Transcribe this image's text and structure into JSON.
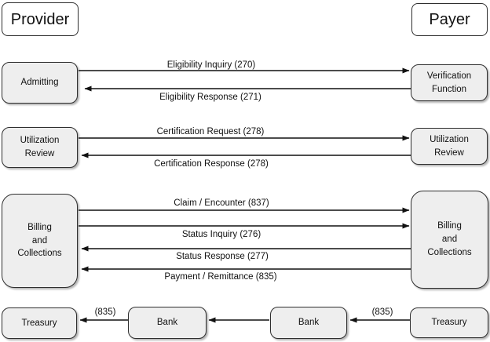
{
  "colors": {
    "background": "#ffffff",
    "box_fill": "#eeeeee",
    "box_border": "#2e2e2e",
    "header_fill": "#ffffff",
    "line_color": "#111111",
    "text_color": "#111111"
  },
  "headers": {
    "left": "Provider",
    "right": "Payer"
  },
  "lanes": [
    {
      "left_box": [
        "Admitting"
      ],
      "right_box": [
        "Verification",
        "Function"
      ],
      "flows": [
        {
          "label": "Eligibility Inquiry (270)",
          "direction": "provider-to-payer"
        },
        {
          "label": "Eligibility Response (271)",
          "direction": "payer-to-provider"
        }
      ]
    },
    {
      "left_box": [
        "Utilization",
        "Review"
      ],
      "right_box": [
        "Utilization",
        "Review"
      ],
      "flows": [
        {
          "label": "Certification Request (278)",
          "direction": "provider-to-payer"
        },
        {
          "label": "Certification Response (278)",
          "direction": "payer-to-provider"
        }
      ]
    },
    {
      "left_box": [
        "Billing",
        "and",
        "Collections"
      ],
      "right_box": [
        "Billing",
        "and",
        "Collections"
      ],
      "flows": [
        {
          "label": "Claim / Encounter (837)",
          "direction": "provider-to-payer"
        },
        {
          "label": "Status Inquiry (276)",
          "direction": "provider-to-payer"
        },
        {
          "label": "Status Response (277)",
          "direction": "payer-to-provider"
        },
        {
          "label": "Payment / Remittance (835)",
          "direction": "payer-to-provider"
        }
      ]
    }
  ],
  "bottom_flow": {
    "provider_treasury": "Treasury",
    "provider_bank": "Bank",
    "payer_bank": "Bank",
    "payer_treasury": "Treasury",
    "left_transaction": "(835)",
    "right_transaction": "(835)"
  }
}
